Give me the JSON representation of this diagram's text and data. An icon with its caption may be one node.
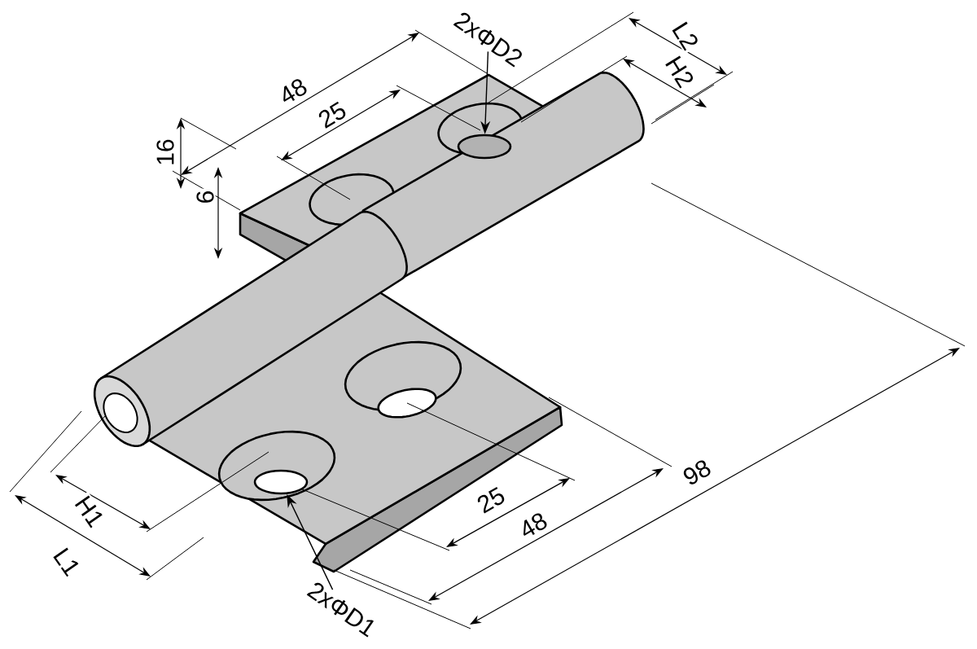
{
  "diagram": {
    "nodes": [
      {
        "text": [
          "2xΦD2"
        ]
      },
      {
        "text": [],
        "shape": "circle"
      },
      {
        "text": [
          "2xΦD1"
        ]
      },
      {
        "text": [],
        "shape": "circle"
      }
    ],
    "edges": [
      {
        "from": 0,
        "to": 1,
        "arrow": "to"
      },
      {
        "from": 2,
        "to": 3,
        "arrow": "to"
      }
    ],
    "labels": [
      "L2",
      "H2",
      "48",
      "25",
      "16",
      "6",
      "98",
      "H1",
      "25",
      "48",
      "L1"
    ]
  }
}
